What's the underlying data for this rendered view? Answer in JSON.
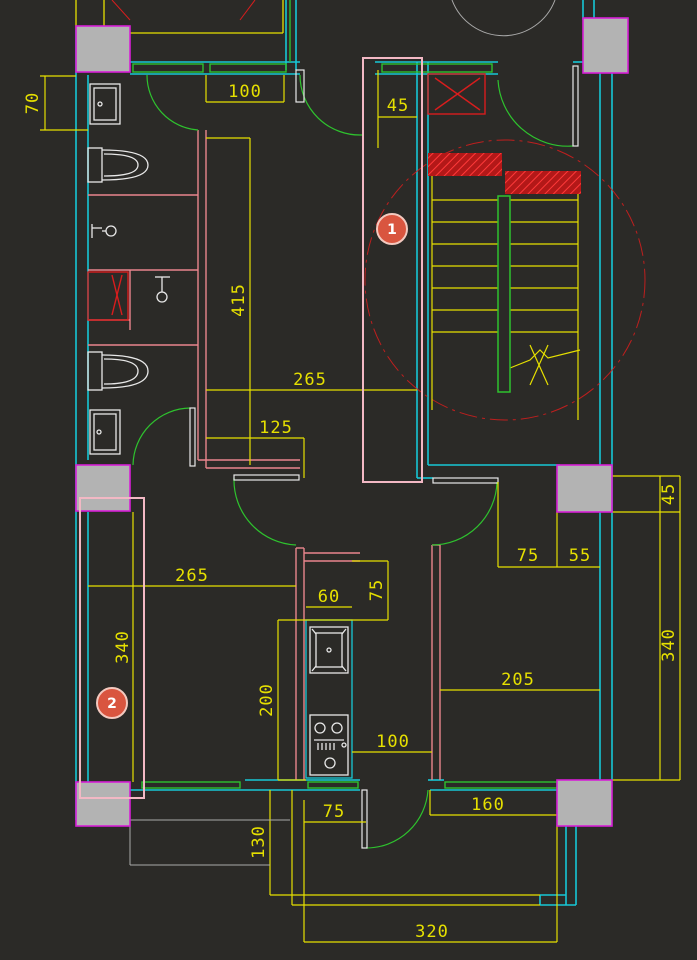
{
  "plan": {
    "background": "#2b2a27",
    "colors": {
      "wall": "#17c7d6",
      "dimension": "#e6e000",
      "partition": "#e9858d",
      "window": "#2ec22e",
      "column_fill": "#b3b3b3",
      "column_border": "#d61fd6",
      "hatch": "#d81d1d",
      "highlight": "#f2b8c4",
      "badge": "#d9553f",
      "outline": "#a9a9a9"
    },
    "dimensions": {
      "top_70": "70",
      "top_100": "100",
      "top_45": "45",
      "v_415": "415",
      "h_265_upper": "265",
      "h_125": "125",
      "right_45": "45",
      "h_75_right": "75",
      "h_55": "55",
      "h_265_lower": "265",
      "h_60": "60",
      "v_75": "75",
      "v_340_left": "340",
      "v_340_right": "340",
      "h_205": "205",
      "v_200": "200",
      "h_100_kitchen": "100",
      "h_75_bottom": "75",
      "h_160": "160",
      "v_130": "130",
      "h_320": "320"
    },
    "markers": {
      "m1": "1",
      "m2": "2"
    }
  }
}
